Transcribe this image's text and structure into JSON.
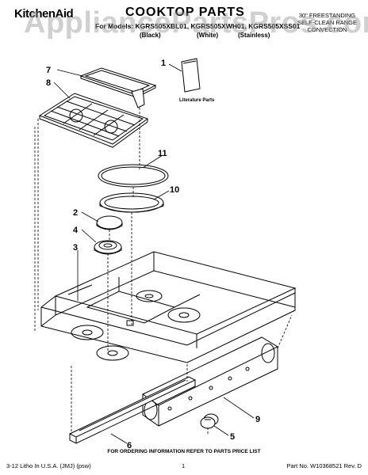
{
  "header": {
    "brand": "KitchenAid",
    "title": "COOKTOP PARTS",
    "models_line": "For Models: KGRS505XBL01, KGRS505XWH01, KGRS505XSS01",
    "variants": [
      "(Black)",
      "(White)",
      "(Stainless)"
    ],
    "right_note": [
      "30\" FREESTANDING",
      "SELF-CLEAN RANGE",
      "CONVECTION"
    ]
  },
  "watermark": "AppliancePartsPros.com",
  "diagram": {
    "literature_label": "Literature Parts",
    "callouts": {
      "c1": "1",
      "c2": "2",
      "c3": "3",
      "c4": "4",
      "c5": "5",
      "c6": "6",
      "c7": "7",
      "c8": "8",
      "c9": "9",
      "c10": "10",
      "c11": "11"
    }
  },
  "footer": {
    "order_note": "FOR ORDERING INFORMATION REFER TO PARTS PRICE LIST",
    "left": "3-12 Litho In U.S.A. (JMJ) (psw)",
    "page": "1",
    "right": "Part No. W10368521 Rev. D"
  }
}
